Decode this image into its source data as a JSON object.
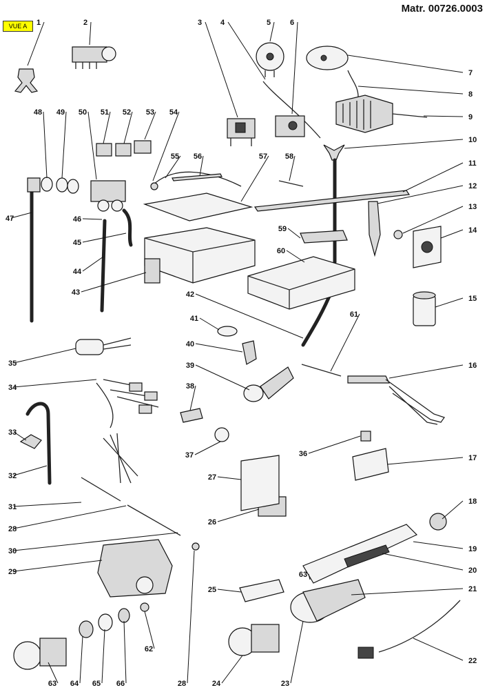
{
  "header": {
    "view_badge": "VUE A",
    "reference": "Matr. 00726.0003"
  },
  "callouts": [
    "1",
    "2",
    "3",
    "4",
    "5",
    "6",
    "7",
    "8",
    "9",
    "10",
    "11",
    "12",
    "13",
    "14",
    "15",
    "16",
    "17",
    "18",
    "19",
    "20",
    "21",
    "22",
    "23",
    "24",
    "25",
    "26",
    "27",
    "28",
    "28",
    "29",
    "30",
    "31",
    "32",
    "33",
    "34",
    "35",
    "36",
    "37",
    "38",
    "39",
    "40",
    "41",
    "42",
    "43",
    "44",
    "45",
    "46",
    "47",
    "48",
    "49",
    "50",
    "51",
    "52",
    "53",
    "54",
    "55",
    "56",
    "57",
    "58",
    "59",
    "60",
    "61",
    "62",
    "63",
    "63",
    "64",
    "65",
    "66"
  ]
}
